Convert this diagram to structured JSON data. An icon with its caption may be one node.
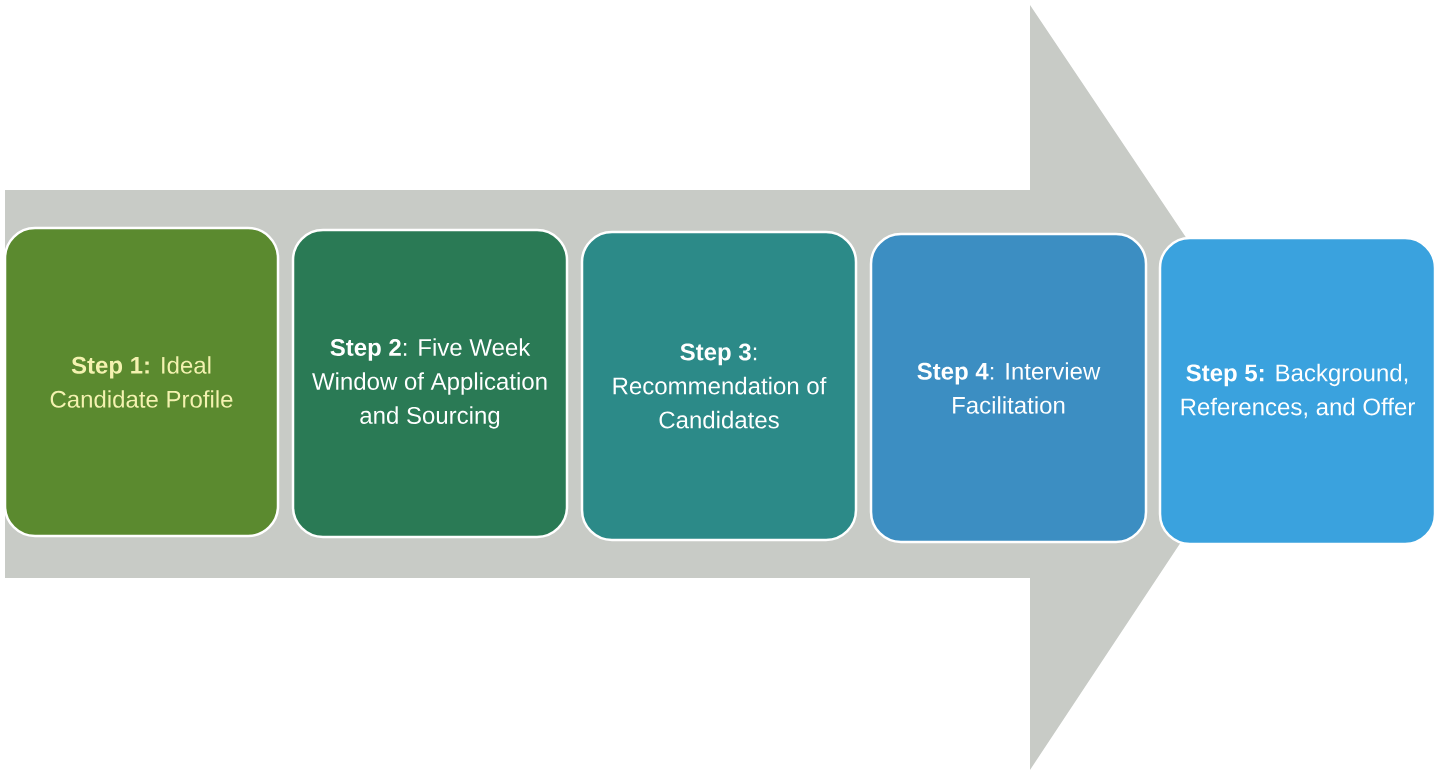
{
  "diagram": {
    "nodes": [
      {
        "text": [
          "**Step 1:** Ideal Candidate Profile"
        ]
      },
      {
        "text": [
          "**Step 2**: Five Week Window of Application and Sourcing"
        ]
      },
      {
        "text": [
          "**Step 3**: Recommendation of Candidates"
        ]
      },
      {
        "text": [
          "**Step 4**: Interview Facilitation"
        ]
      },
      {
        "text": [
          "**Step 5:** Background, References, and Offer"
        ]
      }
    ],
    "edges": [
      {
        "from": 0,
        "to": 4,
        "arrow": "to"
      }
    ]
  }
}
